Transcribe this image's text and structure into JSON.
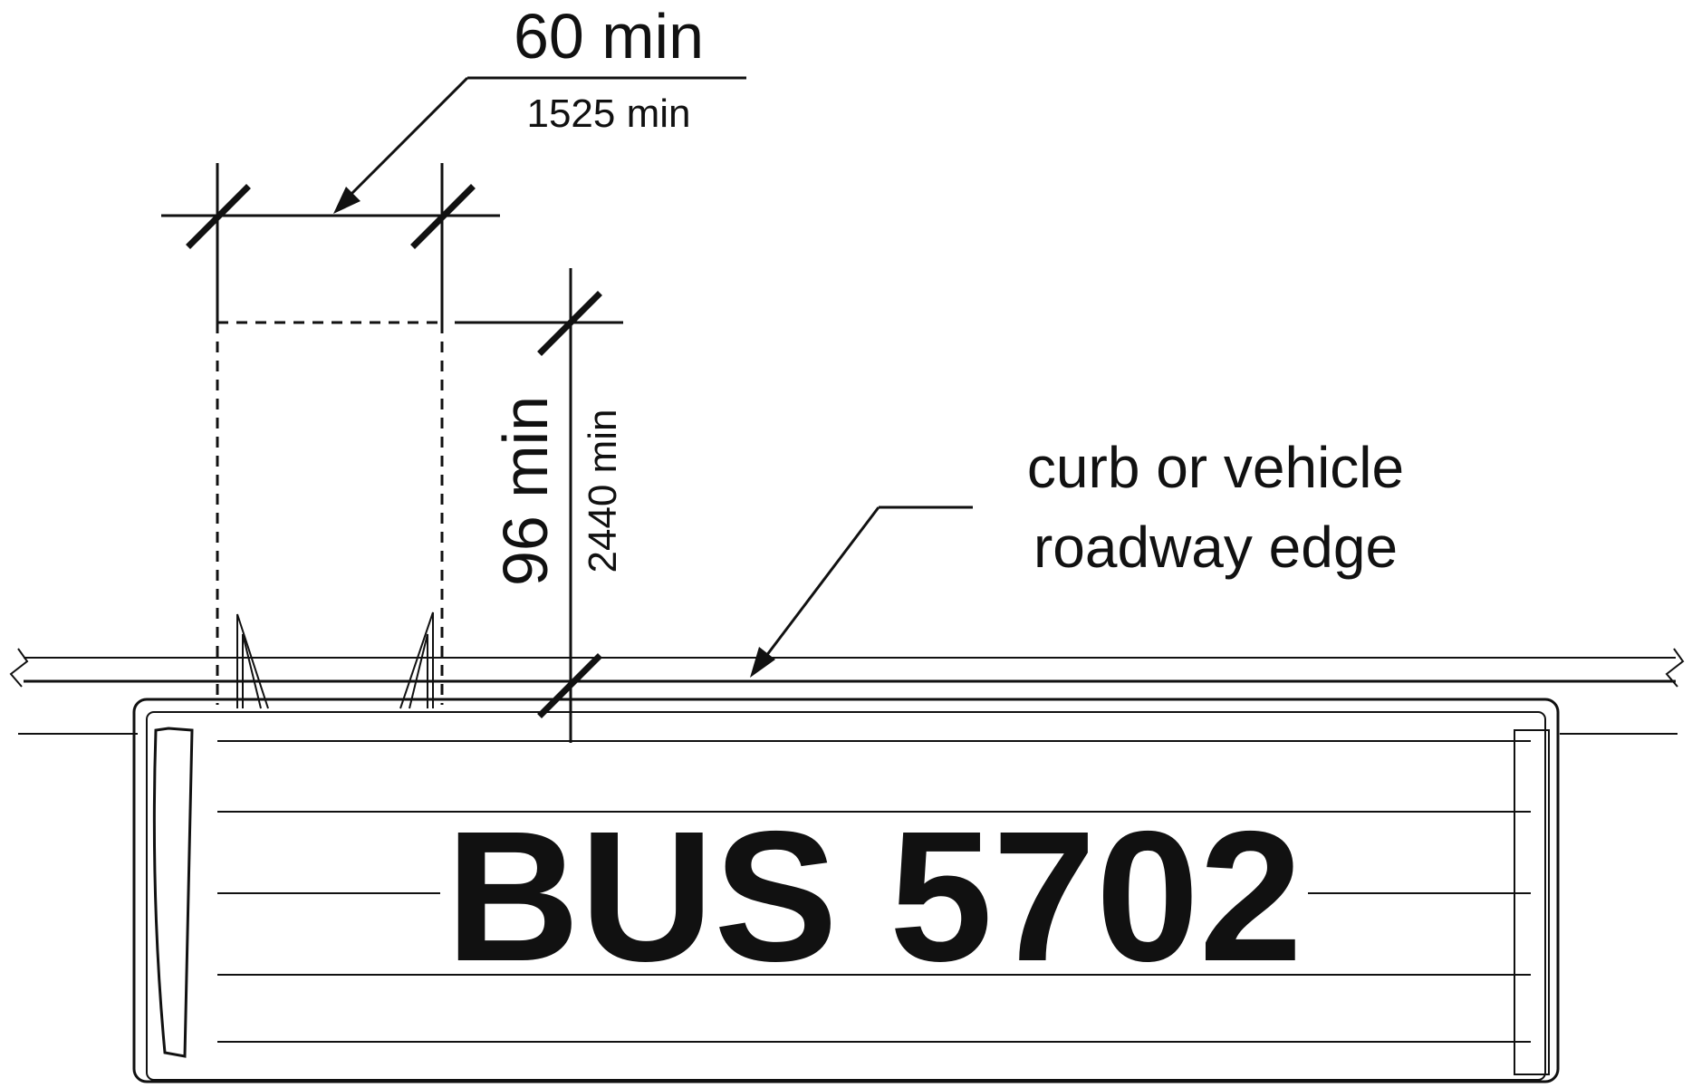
{
  "dimensions": {
    "width": {
      "imperial": "60 min",
      "metric": "1525 min"
    },
    "depth": {
      "imperial": "96 min",
      "metric": "2440 min"
    }
  },
  "annotation": {
    "line1": "curb or vehicle",
    "line2": "roadway edge"
  },
  "bus": {
    "label": "BUS 5702"
  }
}
